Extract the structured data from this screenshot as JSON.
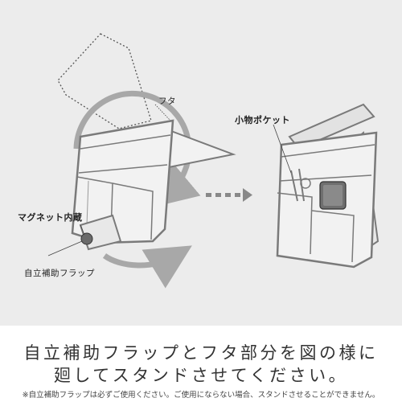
{
  "callouts": {
    "lid": "フタ",
    "small_pocket": "小物ポケット",
    "magnet": "マグネット内蔵",
    "flap": "自立補助フラップ"
  },
  "caption": {
    "line1": "自立補助フラップとフタ部分を図の様に",
    "line2": "廻してスタンドさせてください。",
    "note": "※自立補助フラップは必ずご使用ください。ご使用にならない場合、スタンドさせることができません。"
  },
  "colors": {
    "background": "#ececec",
    "outline": "#7a7a7a",
    "arrow": "#a8a8a8",
    "bag_fill": "#f2f2f2"
  }
}
